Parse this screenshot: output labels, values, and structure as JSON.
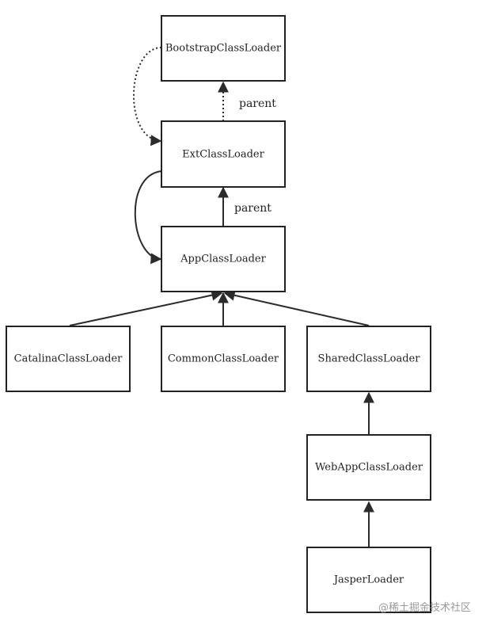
{
  "nodes": {
    "bootstrap": "BootstrapClassLoader",
    "ext": "ExtClassLoader",
    "app": "AppClassLoader",
    "catalina": "CatalinaClassLoader",
    "common": "CommonClassLoader",
    "shared": "SharedClassLoader",
    "webapp": "WebAppClassLoader",
    "jasper": "JasperLoader"
  },
  "edge_labels": {
    "ext_to_bootstrap": "parent",
    "app_to_ext": "parent"
  },
  "watermark": "@稀土掘金技术社区",
  "colors": {
    "line": "#2b2b2b",
    "box_border": "#222222",
    "text": "#222222",
    "background": "#ffffff"
  }
}
